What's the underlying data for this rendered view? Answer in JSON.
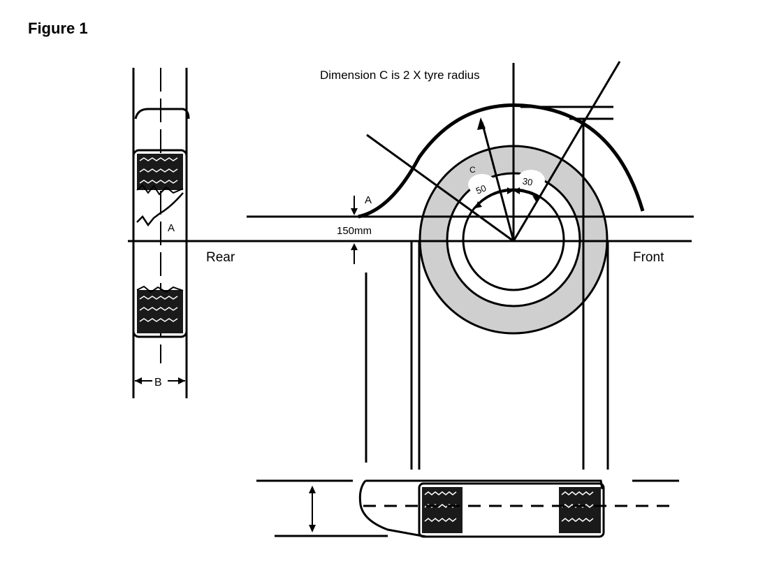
{
  "title": "Figure 1",
  "note": "Dimension C is 2 X tyre radius",
  "labels": {
    "rear": "Rear",
    "front": "Front",
    "offset": "150mm",
    "dim_a_side": "A",
    "dim_a_front": "A",
    "dim_b": "B",
    "dim_c": "C",
    "angle_rear": "50",
    "angle_front": "30"
  },
  "colors": {
    "line": "#000000",
    "tyre_fill": "#cfcfcf",
    "tread": "#1a1a1a",
    "background": "#ffffff"
  }
}
